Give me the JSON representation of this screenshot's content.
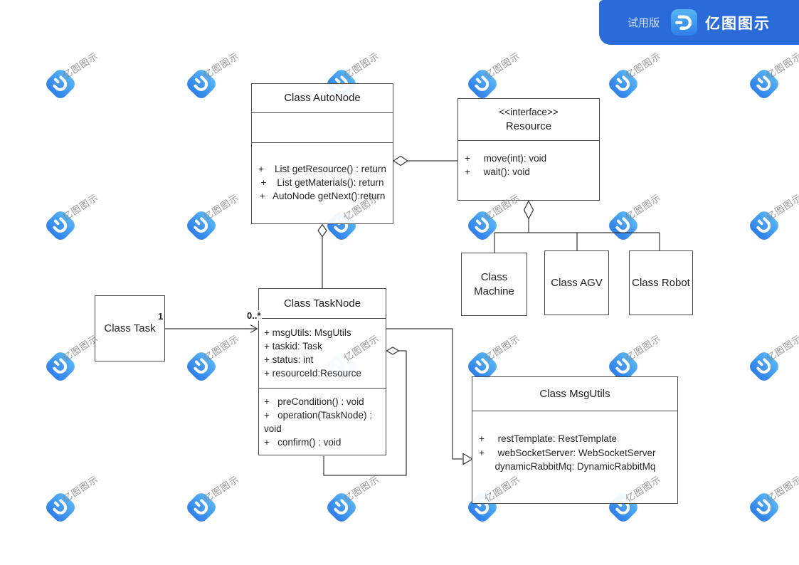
{
  "header": {
    "trial_label": "试用版",
    "brand": "亿图图示",
    "banner_color": "#2a6bd9",
    "trial_label_color": "#d2e2fb",
    "logo_icon": "edraw-d-logo"
  },
  "watermark": {
    "text": "亿图图示",
    "icon": "edraw-d-logo",
    "icon_color_top": "#58b5f4",
    "icon_color_bottom": "#2e7ee9"
  },
  "diagram": {
    "classes": {
      "autonode": {
        "title": "Class AutoNode",
        "methods": [
          "+    List getResource() : return",
          "+    List getMaterials(): return",
          "+   AutoNode getNext():return"
        ]
      },
      "resource": {
        "stereotype": "<<interface>>",
        "title": "Resource",
        "methods": [
          "+     move(int): void",
          "+     wait(): void"
        ]
      },
      "machine": {
        "title": "Class Machine"
      },
      "agv": {
        "title": "Class AGV"
      },
      "robot": {
        "title": "Class Robot"
      },
      "task": {
        "title": "Class Task"
      },
      "tasknode": {
        "title": "Class TaskNode",
        "attributes": [
          "+ msgUtils: MsgUtils",
          "+ taskid: Task",
          "+ status: int",
          "+ resourceId:Resource"
        ],
        "methods": [
          "+   preCondition() : void",
          "+   operation(TaskNode) :",
          "void",
          "+   confirm() : void"
        ]
      },
      "msgutils": {
        "title": "Class MsgUtils",
        "attributes": [
          "+     restTemplate: RestTemplate",
          "+     webSocketServer: WebSocketServer",
          "      dynamicRabbitMq: DynamicRabbitMq"
        ]
      }
    },
    "labels": {
      "task_multiplicity": "1",
      "tasknode_multiplicity": "0..*"
    }
  }
}
